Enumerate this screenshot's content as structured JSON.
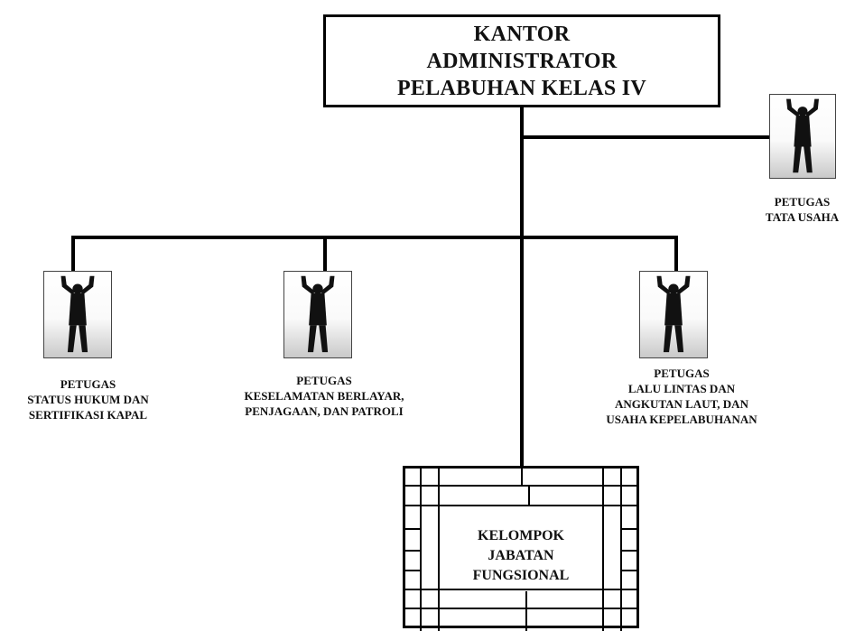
{
  "head": {
    "lines": [
      "KANTOR",
      "ADMINISTRATOR",
      "PELABUHAN KELAS IV"
    ]
  },
  "tata_usaha": {
    "lines": [
      "PETUGAS",
      "TATA USAHA"
    ]
  },
  "units": [
    {
      "lines": [
        "PETUGAS",
        "STATUS HUKUM DAN",
        "SERTIFIKASI KAPAL"
      ]
    },
    {
      "lines": [
        "PETUGAS",
        "KESELAMATAN BERLAYAR,",
        "PENJAGAAN, DAN PATROLI"
      ]
    },
    {
      "lines": [
        "PETUGAS",
        "LALU LINTAS DAN",
        "ANGKUTAN LAUT, DAN",
        "USAHA KEPELABUHANAN"
      ]
    }
  ],
  "functional_group": {
    "lines": [
      "KELOMPOK",
      "JABATAN",
      "FUNGSIONAL"
    ]
  },
  "colors": {
    "line": "#000000",
    "background": "#ffffff"
  },
  "icon": "person-arms-raised-icon"
}
